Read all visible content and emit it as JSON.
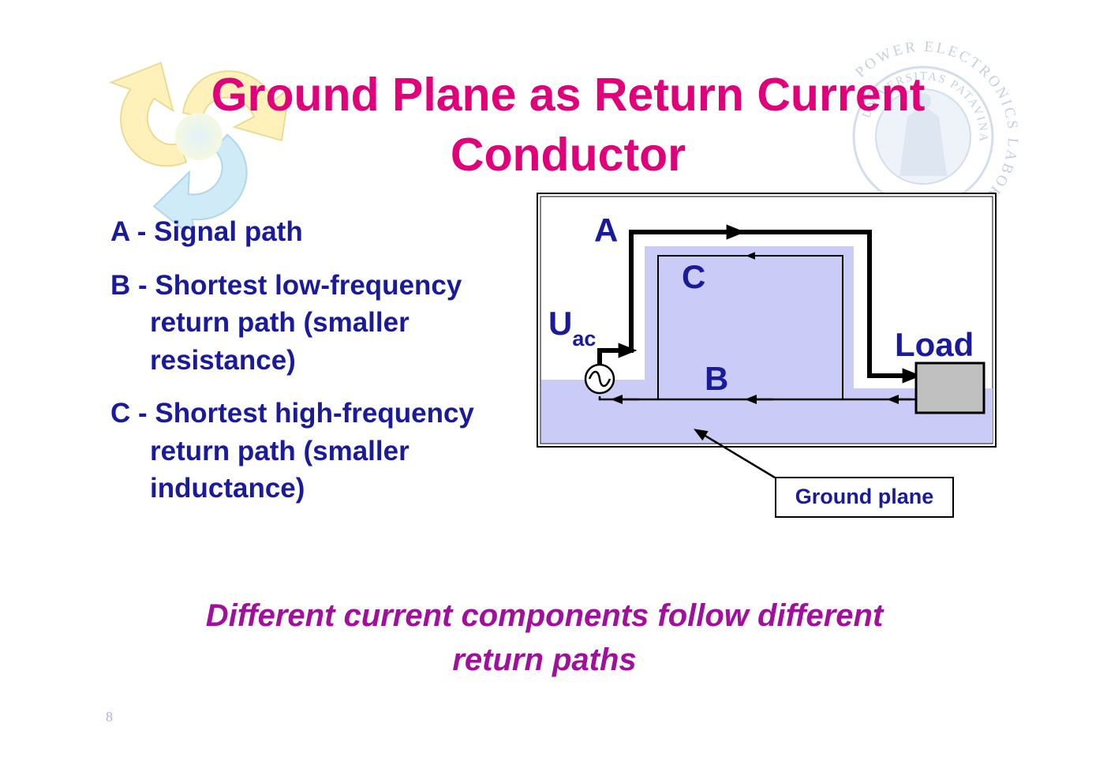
{
  "title": "Ground Plane as Return Current Conductor",
  "items": [
    {
      "key": "A - ",
      "lines": [
        "Signal path"
      ]
    },
    {
      "key": "B - ",
      "lines": [
        "Shortest low-frequency",
        "return path (smaller",
        "resistance)"
      ]
    },
    {
      "key": "C - ",
      "lines": [
        "Shortest high-frequency",
        "return path (smaller",
        "inductance)"
      ]
    }
  ],
  "diagram": {
    "label_a": "A",
    "label_b": "B",
    "label_c": "C",
    "source_main": "U",
    "source_sub": "ac",
    "load": "Load",
    "ground_plane": "Ground plane"
  },
  "conclusion": [
    "Different current components follow different",
    "return paths"
  ],
  "page_number": "8",
  "seal": {
    "ring_text": "POWER ELECTRONICS LABORATORY",
    "inner_text": "UNIVERSITAS PATAVINA"
  },
  "colors": {
    "title": "#e0007a",
    "body_text": "#1a1a9c",
    "conclusion": "#a0109a",
    "ground_plane": "#cbcbf7",
    "load_fill": "#c0c0c0"
  }
}
